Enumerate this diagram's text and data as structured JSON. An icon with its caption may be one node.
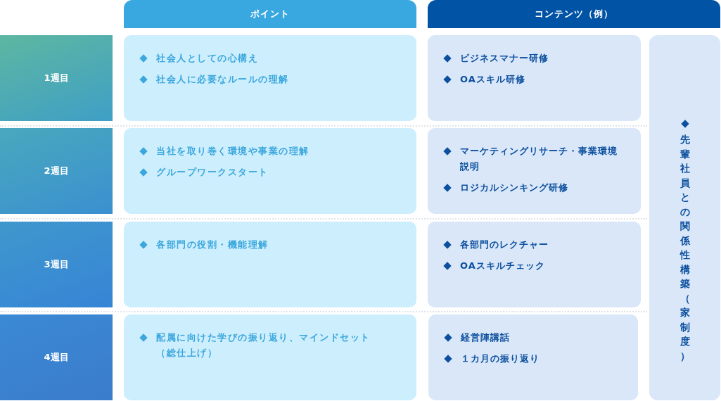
{
  "diagram": {
    "nodes": [
      {
        "text": [
          "ポイント"
        ]
      },
      {
        "text": [
          "コンテンツ（例）"
        ]
      },
      {
        "text": [
          "1週目"
        ]
      },
      {
        "text": [
          "社会人としての心構え",
          "社会人に必要なルールの理解"
        ]
      },
      {
        "text": [
          "ビジネスマナー研修",
          "OAスキル研修"
        ]
      },
      {
        "text": [
          "先輩社員との関係性構築（家制度）"
        ]
      },
      {
        "text": [
          "2週目"
        ]
      },
      {
        "text": [
          "当社を取り巻く環境や事業の理解",
          "グループワークスタート"
        ]
      },
      {
        "text": [
          "マーケティングリサーチ・事業環境説明",
          "ロジカルシンキング研修"
        ]
      },
      {
        "text": [
          "3週目"
        ]
      },
      {
        "text": [
          "各部門の役割・機能理解"
        ]
      },
      {
        "text": [
          "各部門のレクチャー",
          "OAスキルチェック"
        ]
      },
      {
        "text": [
          "4週目"
        ]
      },
      {
        "text": [
          "配属に向けた学びの振り返り、マインドセット（総仕上げ）"
        ]
      },
      {
        "text": [
          "経営陣講話",
          "１カ月の振り返り"
        ]
      }
    ]
  }
}
